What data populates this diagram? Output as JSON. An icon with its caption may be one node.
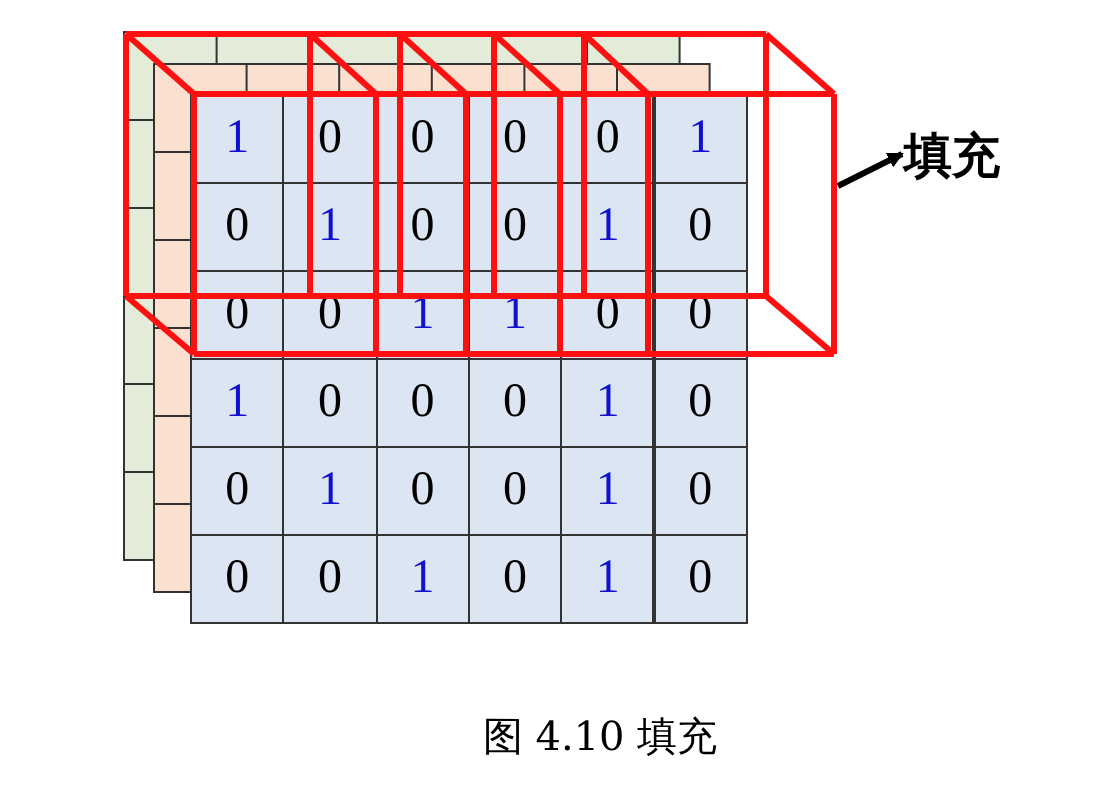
{
  "diagram": {
    "caption": "图 4.10 填充",
    "nodes": [
      {
        "text": [],
        "shape": "box"
      },
      {
        "text": [
          "填充"
        ]
      }
    ],
    "edges": [
      {
        "from": 0,
        "to": 1,
        "arrow": "to"
      }
    ],
    "labels": [
      "1",
      "0",
      "0",
      "0",
      "0",
      "1",
      "0",
      "1",
      "0",
      "0",
      "1",
      "0",
      "0",
      "0",
      "1",
      "1",
      "0",
      "0",
      "1",
      "0",
      "0",
      "0",
      "1",
      "0",
      "0",
      "1",
      "0",
      "0",
      "1",
      "0",
      "0",
      "0",
      "1",
      "0",
      "1",
      "0"
    ]
  }
}
